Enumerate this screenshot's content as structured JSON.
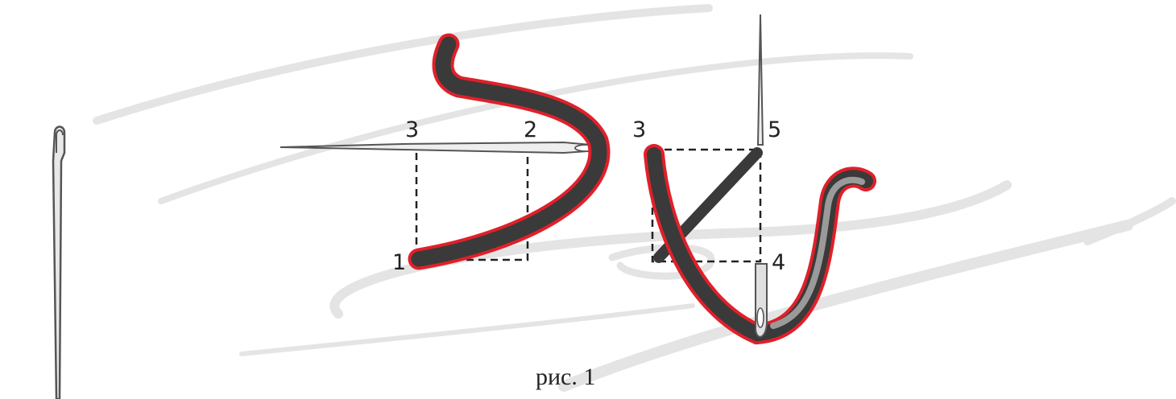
{
  "figure": {
    "caption": "рис. 1",
    "points": [
      {
        "id": "left-3",
        "label": "3"
      },
      {
        "id": "left-2",
        "label": "2"
      },
      {
        "id": "left-1",
        "label": "1"
      },
      {
        "id": "right-3",
        "label": "3"
      },
      {
        "id": "right-5",
        "label": "5"
      },
      {
        "id": "right-4",
        "label": "4"
      }
    ]
  },
  "colors": {
    "yarn": "#3a3a3a",
    "yarn_outline": "#e0202a",
    "needle": "#555555",
    "dashed_guide": "#222222",
    "scribble": "#c8c8c8",
    "paper": "#ffffff"
  }
}
